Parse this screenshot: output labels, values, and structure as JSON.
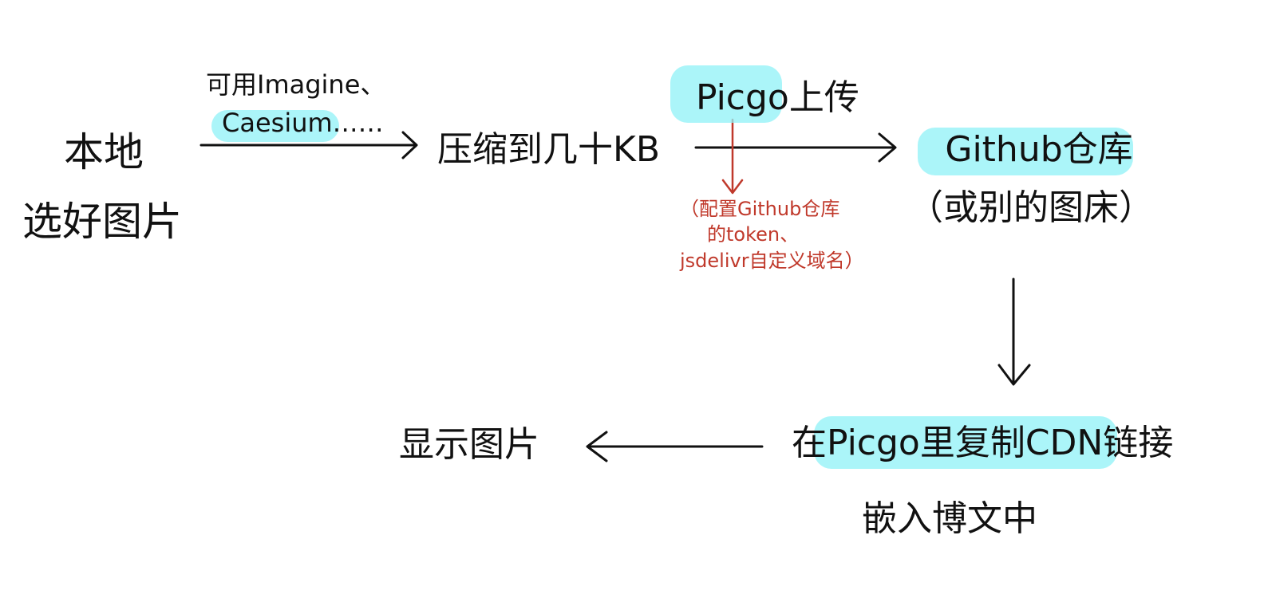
{
  "nodes": {
    "local": {
      "line1": "本地",
      "line2": "选好图片"
    },
    "tool_note": {
      "line1": "可用Imagine、",
      "line2": "Caesium……"
    },
    "compress": "压缩到几十KB",
    "picgo": "Picgo上传",
    "config_note": {
      "line1": "（配置Github仓库",
      "line2": "的token、",
      "line3": "jsdelivr自定义域名）"
    },
    "repo": {
      "line1": "Github仓库",
      "line2": "（或别的图床）"
    },
    "copy_link": {
      "line1": "在Picgo里复制CDN链接",
      "line2": "嵌入博文中"
    },
    "display": "显示图片"
  },
  "colors": {
    "ink": "#111111",
    "note": "#c0392b",
    "highlight": "#8ff1f7",
    "background": "#ffffff"
  }
}
